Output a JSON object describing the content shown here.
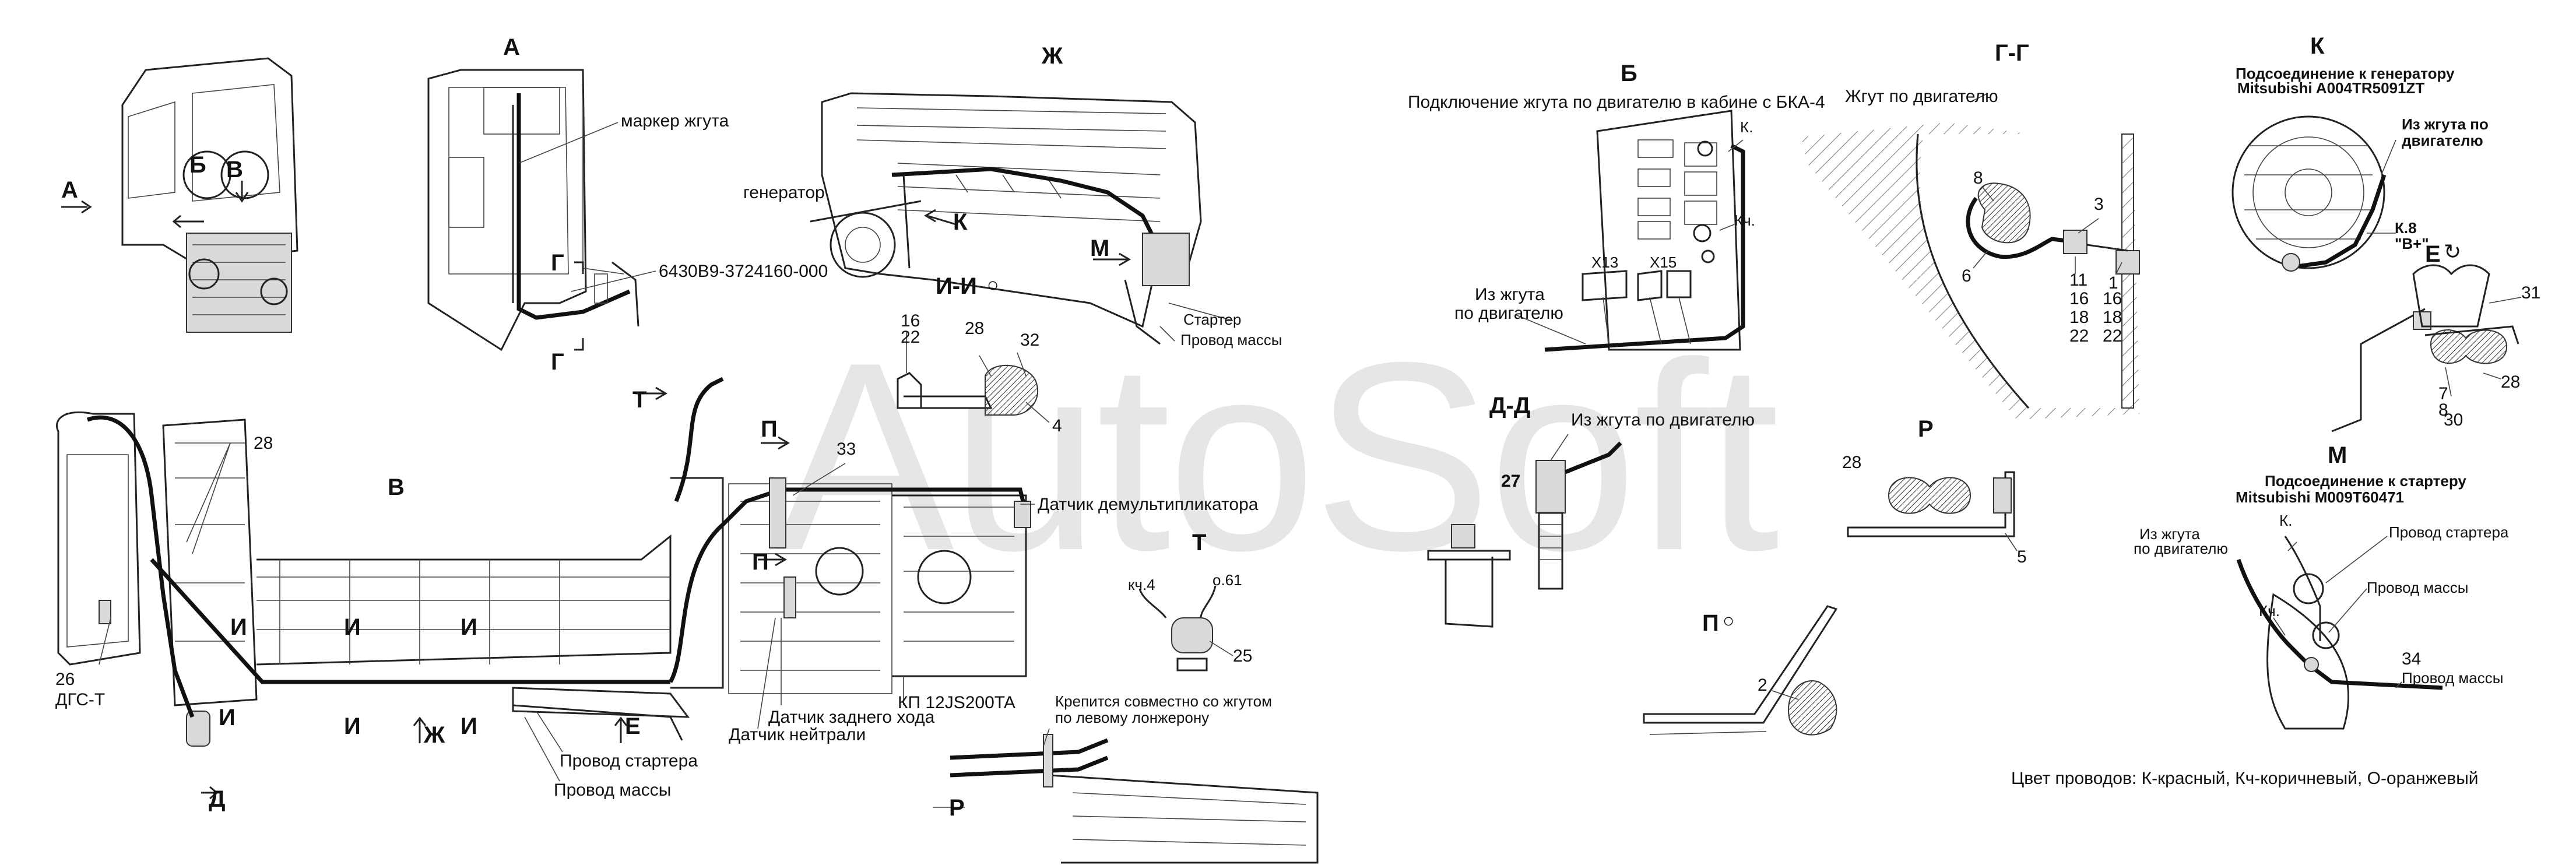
{
  "watermark": "AutoSoft",
  "views": {
    "a_title": "А",
    "zh_title": "Ж",
    "b_title": "Б",
    "b_subtitle": "Подключение жгута по двигателю в кабине с БКА-4",
    "gg_title": "Г-Г",
    "gg_subtitle": "Жгут по двигателю",
    "k_title": "К",
    "k_subtitle_1": "Подсоединение к генератору",
    "k_subtitle_2": "Mitsubishi A004TR5091ZT",
    "ii_title": "И-И",
    "v_title": "В",
    "dd_title": "Д-Д",
    "dd_subtitle": "Из жгута по двигателю",
    "r_title": "Р",
    "m_title": "М",
    "m_subtitle_1": "Подсоединение к стартеру",
    "m_subtitle_2": "Mitsubishi M009T60471",
    "t_title": "Т",
    "p_title": "П"
  },
  "callouts": {
    "a_arrow": "А",
    "b_marker": "Б",
    "v_marker": "В",
    "harness_marker": "маркер жгута",
    "part_number": "6430В9-3724160-000",
    "g_1": "Г",
    "g_2": "Г",
    "generator": "генератор",
    "k_marker": "К",
    "m_marker": "М",
    "starter": "Стартер",
    "ground_wire": "Провод массы",
    "k_red": "К.",
    "kch": "Кч.",
    "x13": "X13",
    "x15": "X15",
    "from_harness_1": "Из жгута",
    "from_harness_2": "по двигателю",
    "k_from_1": "Из жгута по",
    "k_from_2": "двигателю",
    "k8": "К.8",
    "b_plus": "\"В+\"",
    "e_marker": "Е",
    "t_marker": "Т",
    "p_marker": "П",
    "p_marker_2": "П",
    "demult_sensor": "Датчик демультипликатора",
    "reverse_sensor": "Датчик заднего хода",
    "neutral_sensor": "Датчик нейтрали",
    "gearbox": "КП 12JS200TA",
    "starter_wire": "Провод стартера",
    "ground_wire_2": "Провод массы",
    "i_markers": [
      "И",
      "И",
      "И",
      "И",
      "И",
      "И"
    ],
    "zh_marker": "Ж",
    "e_marker_2": "Е",
    "d_marker": "Д",
    "dgs_t": "ДГС-Т",
    "attached_1": "Крепится совместно со жгутом",
    "attached_2": "по левому лонжерону",
    "r_marker": "Р",
    "kch4": "кч.4",
    "o61": "о.61",
    "m_from_1": "Из жгута",
    "m_from_2": "по двигателю",
    "m_k": "К.",
    "m_kch": "Кч.",
    "m_starter_wire": "Провод стартера",
    "m_ground_wire": "Провод массы",
    "m_ground_wire_2": "Провод массы",
    "wire_colors": "Цвет проводов: К-красный, Кч-коричневый, О-оранжевый"
  },
  "numbers": {
    "n16": "16",
    "n22": "22",
    "n28_ii": "28",
    "n32": "32",
    "n4": "4",
    "n33": "33",
    "n28_v": "28",
    "n26": "26",
    "n25": "25",
    "n8": "8",
    "n6": "6",
    "n3": "3",
    "n11": "11",
    "n16b": "16",
    "n18": "18",
    "n22b": "22",
    "n1": "1",
    "n16c": "16",
    "n18b": "18",
    "n22c": "22",
    "n27": "27",
    "n28_r": "28",
    "n5": "5",
    "n2": "2",
    "n31": "31",
    "n7": "7",
    "n8b": "8",
    "n30": "30",
    "n28_e": "28",
    "n34": "34"
  }
}
